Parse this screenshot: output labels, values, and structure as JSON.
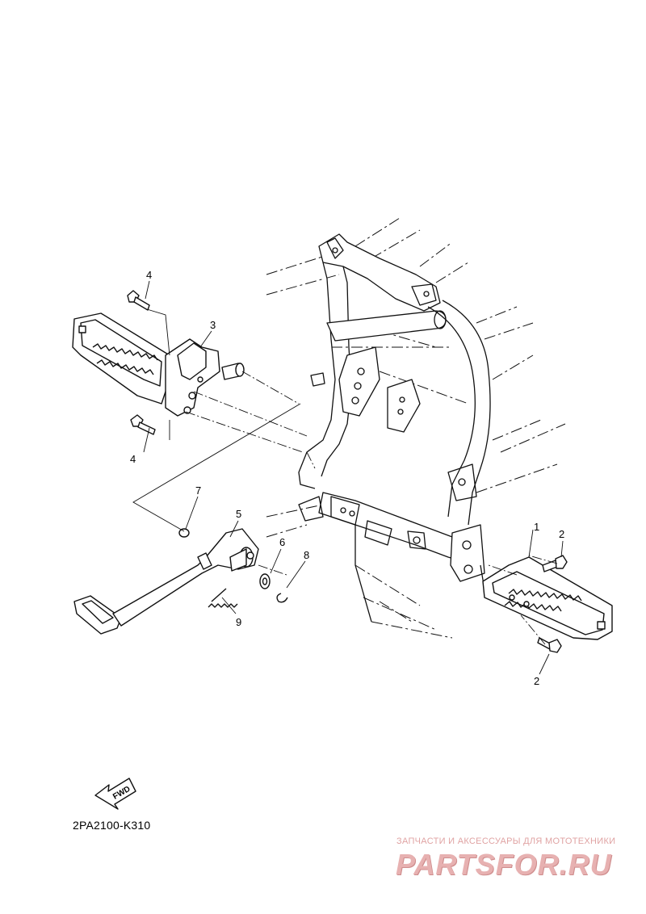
{
  "callouts": [
    {
      "id": "p4a",
      "label": "4"
    },
    {
      "id": "p3",
      "label": "3"
    },
    {
      "id": "p4b",
      "label": "4"
    },
    {
      "id": "p7",
      "label": "7"
    },
    {
      "id": "p5",
      "label": "5"
    },
    {
      "id": "p6",
      "label": "6"
    },
    {
      "id": "p8",
      "label": "8"
    },
    {
      "id": "p9",
      "label": "9"
    },
    {
      "id": "p1",
      "label": "1"
    },
    {
      "id": "p2a",
      "label": "2"
    },
    {
      "id": "p2b",
      "label": "2"
    }
  ],
  "fwd_label": "FWD",
  "diagram_code": "2PA2100-K310",
  "watermark": {
    "tagline": "ЗАПЧАСТИ И АКСЕССУАРЫ ДЛЯ МОТОТЕХНИКИ",
    "logo": "PARTSFOR.RU",
    "color": "#e7b1b1"
  }
}
